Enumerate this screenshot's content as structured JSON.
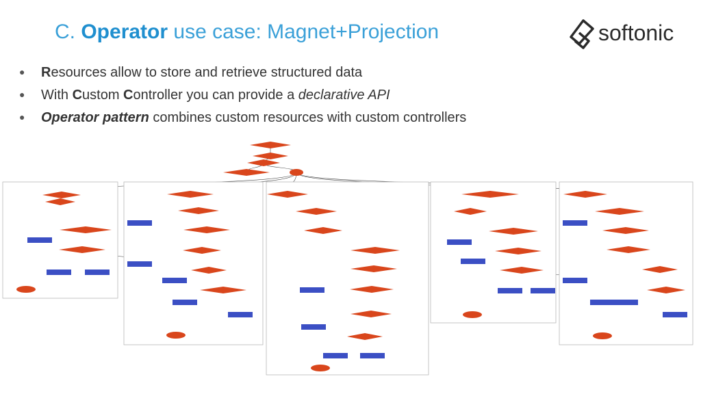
{
  "title": {
    "prefix": "C. ",
    "bold": "Operator",
    "suffix": " use case: Magnet+Projection"
  },
  "logo": {
    "icon": "softonic-icon",
    "text": "softonic"
  },
  "bullets": [
    {
      "lead_bold": "R",
      "text": "esources allow to store and retrieve structured data"
    },
    {
      "pre": "With ",
      "b1": "C",
      "mid": "ustom ",
      "b2": "C",
      "post": "ontroller you can provide a ",
      "italic": "declarative API"
    },
    {
      "lead_bold_italic": "Operator pattern",
      "text": " combines custom resources with custom controllers"
    }
  ],
  "colors": {
    "title": "#3aa0d8",
    "decision": "#d9461c",
    "action": "#3b4fc4",
    "edge": "#444444",
    "panel": "#b8b8b8"
  }
}
